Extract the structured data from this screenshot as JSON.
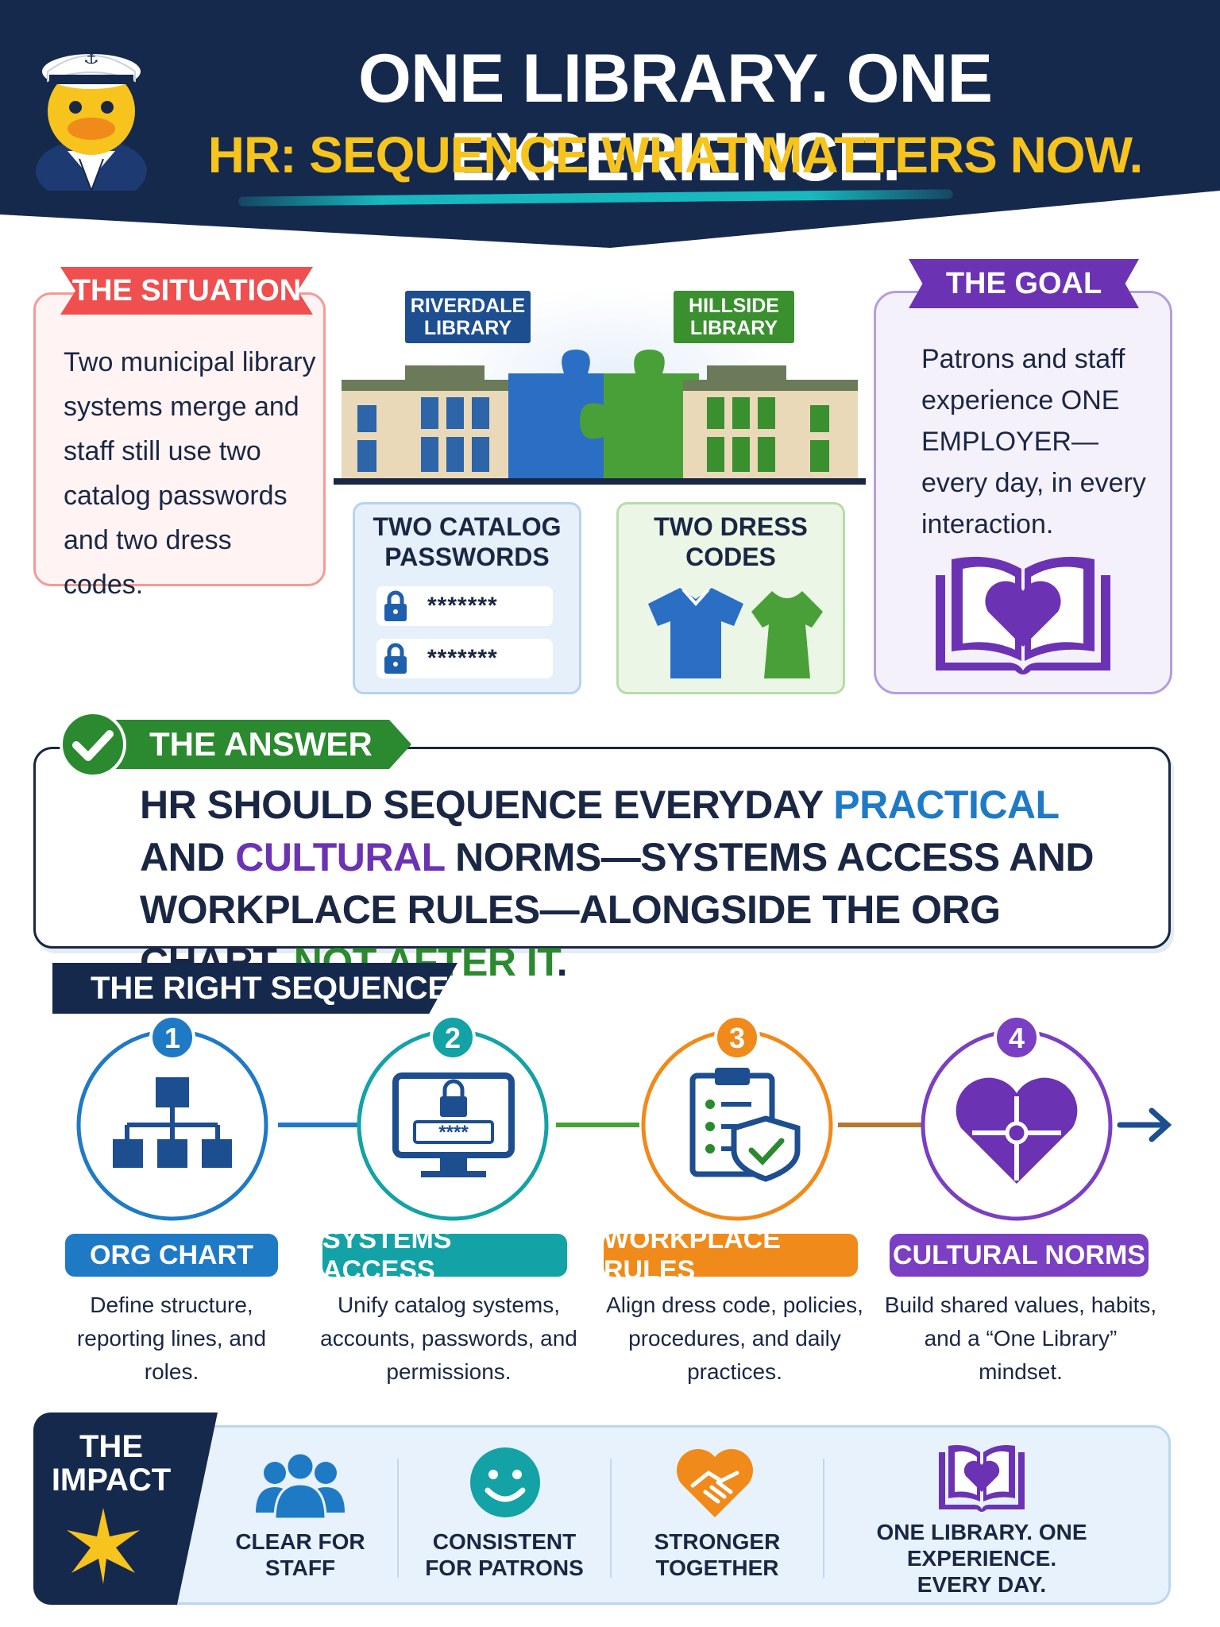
{
  "header": {
    "title": "ONE LIBRARY. ONE EXPERIENCE.",
    "subtitle": "HR: SEQUENCE WHAT MATTERS NOW."
  },
  "situation": {
    "tag": "THE SITUATION",
    "text": "Two municipal library systems merge and staff still use two catalog passwords and two dress codes."
  },
  "libraries": {
    "riverdale": "RIVERDALE LIBRARY",
    "hillside": "HILLSIDE LIBRARY"
  },
  "passwords_card": {
    "title": "TWO CATALOG PASSWORDS",
    "field1": "*******",
    "field2": "*******"
  },
  "dress_card": {
    "title": "TWO DRESS CODES"
  },
  "goal": {
    "tag": "THE GOAL",
    "text": "Patrons and staff experience ONE EMPLOYER— every day, in every interaction."
  },
  "answer": {
    "tag": "THE ANSWER",
    "part1": "HR SHOULD SEQUENCE EVERYDAY ",
    "practical": "PRACTICAL",
    "part2": " AND ",
    "cultural": "CULTURAL",
    "part3": " NORMS—SYSTEMS ACCESS AND WORKPLACE RULES—ALONGSIDE THE ORG CHART, ",
    "not_after": "NOT AFTER IT",
    "end": "."
  },
  "sequence": {
    "tag": "THE RIGHT SEQUENCE",
    "steps": [
      {
        "number": "1",
        "label": "ORG CHART",
        "desc": "Define structure, reporting lines, and roles.",
        "color": "#1f7ac6"
      },
      {
        "number": "2",
        "label": "SYSTEMS ACCESS",
        "desc": "Unify catalog systems, accounts, passwords, and permissions.",
        "color": "#13a2a6"
      },
      {
        "number": "3",
        "label": "WORKPLACE RULES",
        "desc": "Align dress code, policies, procedures, and daily practices.",
        "color": "#f08a1a"
      },
      {
        "number": "4",
        "label": "CULTURAL NORMS",
        "desc": "Build shared values, habits, and a “One Library” mindset.",
        "color": "#7a3fc2"
      }
    ],
    "monitor_text": "****"
  },
  "impact": {
    "tag": "THE IMPACT",
    "items": [
      {
        "label": "CLEAR FOR STAFF",
        "icon": "people-icon"
      },
      {
        "label": "CONSISTENT FOR PATRONS",
        "icon": "smiley-icon"
      },
      {
        "label": "STRONGER TOGETHER",
        "icon": "handshake-heart-icon"
      },
      {
        "label": "ONE LIBRARY. ONE EXPERIENCE. EVERY DAY.",
        "icon": "book-heart-icon"
      }
    ]
  },
  "colors": {
    "navy": "#15294d",
    "yellow": "#f7c31d",
    "red": "#ef4f4f",
    "blue": "#1f7ac6",
    "teal": "#13a2a6",
    "orange": "#f08a1a",
    "purple": "#7a3fc2",
    "green": "#2b8a2f"
  }
}
